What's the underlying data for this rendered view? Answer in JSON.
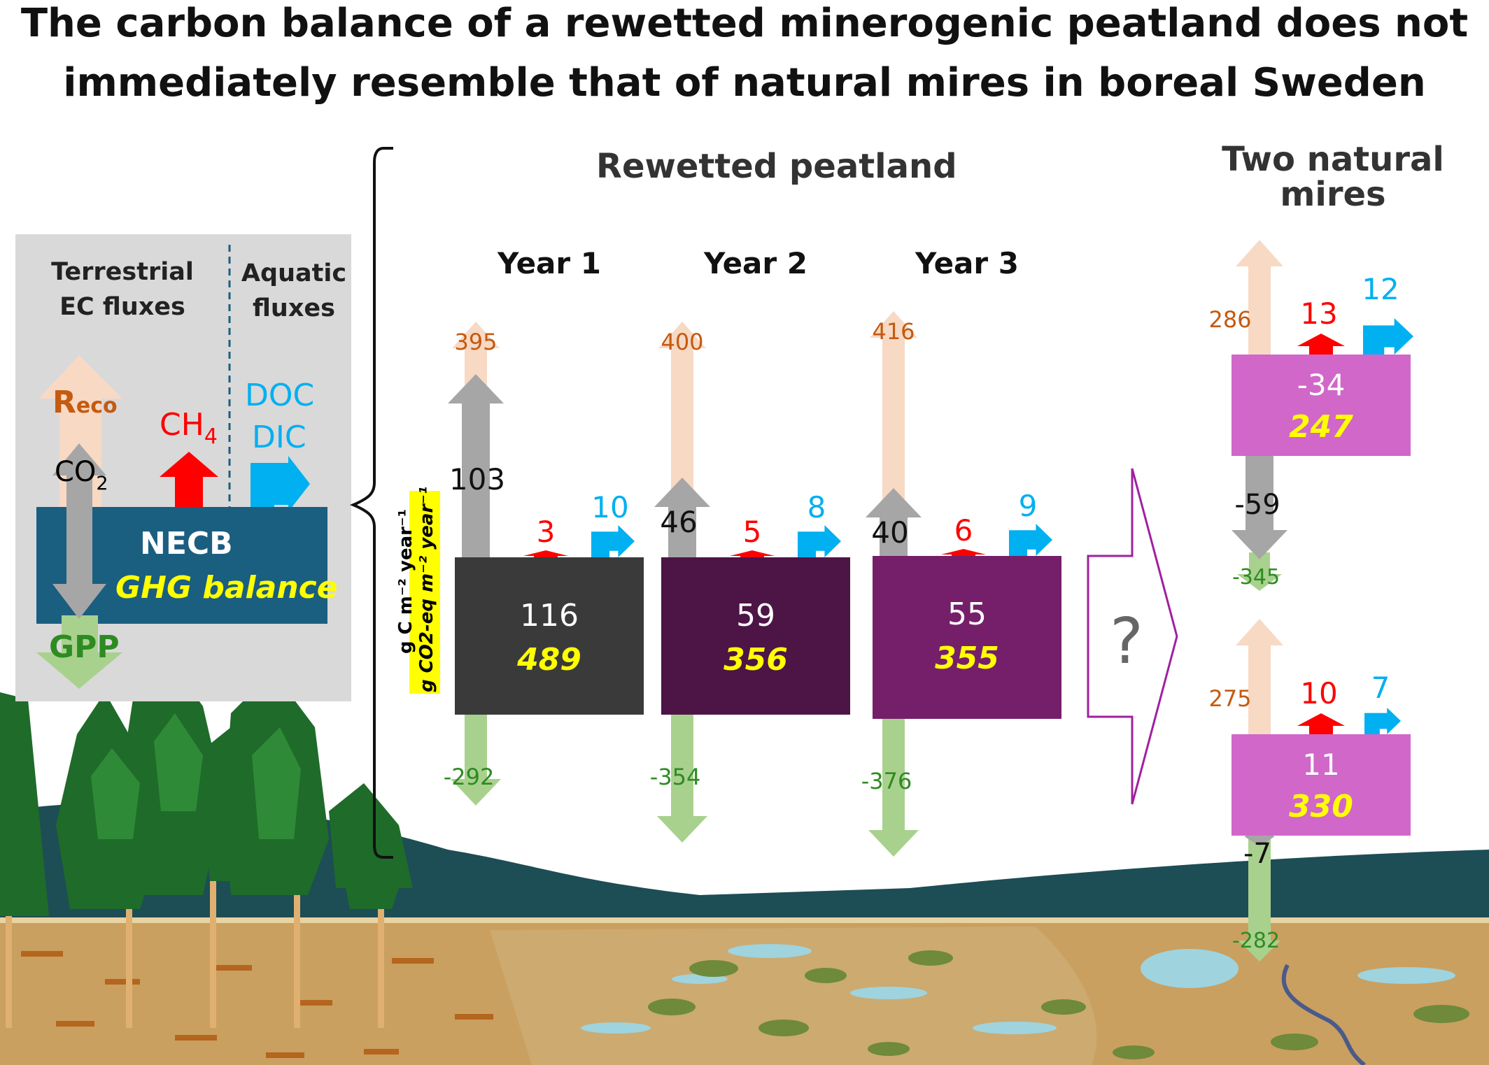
{
  "title_line1": "The carbon balance of a rewetted minerogenic peatland does not",
  "title_line2": "immediately resemble that of natural mires in boreal Sweden",
  "legend": {
    "terrestrial_line1": "Terrestrial",
    "terrestrial_line2": "EC fluxes",
    "aquatic_line1": "Aquatic",
    "aquatic_line2": "fluxes",
    "reco_main": "R",
    "reco_sub": "eco",
    "co2_main": "CO",
    "co2_sub": "2",
    "ch4_main": "CH",
    "ch4_sub": "4",
    "doc": "DOC",
    "dic": "DIC",
    "necb": "NECB",
    "ghg": "GHG balance",
    "gpp": "GPP"
  },
  "rewetted_header": "Rewetted peatland",
  "natural_header_line1": "Two natural",
  "natural_header_line2": "mires",
  "unit_label": "g C m⁻² year⁻¹",
  "unit_label_eq": "g CO2-eq m⁻² year⁻¹",
  "question_mark": "?",
  "years": [
    {
      "label": "Year 1",
      "reco": "395",
      "net_co2": "103",
      "ch4": "3",
      "aquatic": "10",
      "necb": "116",
      "ghg": "489",
      "gpp": "-292"
    },
    {
      "label": "Year 2",
      "reco": "400",
      "net_co2": "46",
      "ch4": "5",
      "aquatic": "8",
      "necb": "59",
      "ghg": "356",
      "gpp": "-354"
    },
    {
      "label": "Year 3",
      "reco": "416",
      "net_co2": "40",
      "ch4": "6",
      "aquatic": "9",
      "necb": "55",
      "ghg": "355",
      "gpp": "-376"
    }
  ],
  "mires": [
    {
      "reco": "286",
      "ch4": "13",
      "aquatic": "12",
      "necb": "-34",
      "ghg": "247",
      "net_co2": "-59",
      "gpp": "-345"
    },
    {
      "reco": "275",
      "ch4": "10",
      "aquatic": "7",
      "necb": "11",
      "ghg": "330",
      "net_co2": "-7",
      "gpp": "-282"
    }
  ],
  "colors": {
    "reco": "#f7d9c4",
    "reco_text": "#c55a11",
    "co2": "#a6a6a6",
    "ch4": "#ff0000",
    "aquatic": "#00b0f0",
    "gpp": "#a9d18e",
    "gpp_text": "#2e8b22",
    "ghg_text": "#ffff00",
    "box_year1": "#3a3a3a",
    "box_year2": "#4d1446",
    "box_year3": "#751f6b",
    "box_mire": "#d067c9",
    "necb_box": "#1a5e80",
    "arrow_outline": "#a020a0",
    "legend_bg": "#d9d9d9"
  }
}
